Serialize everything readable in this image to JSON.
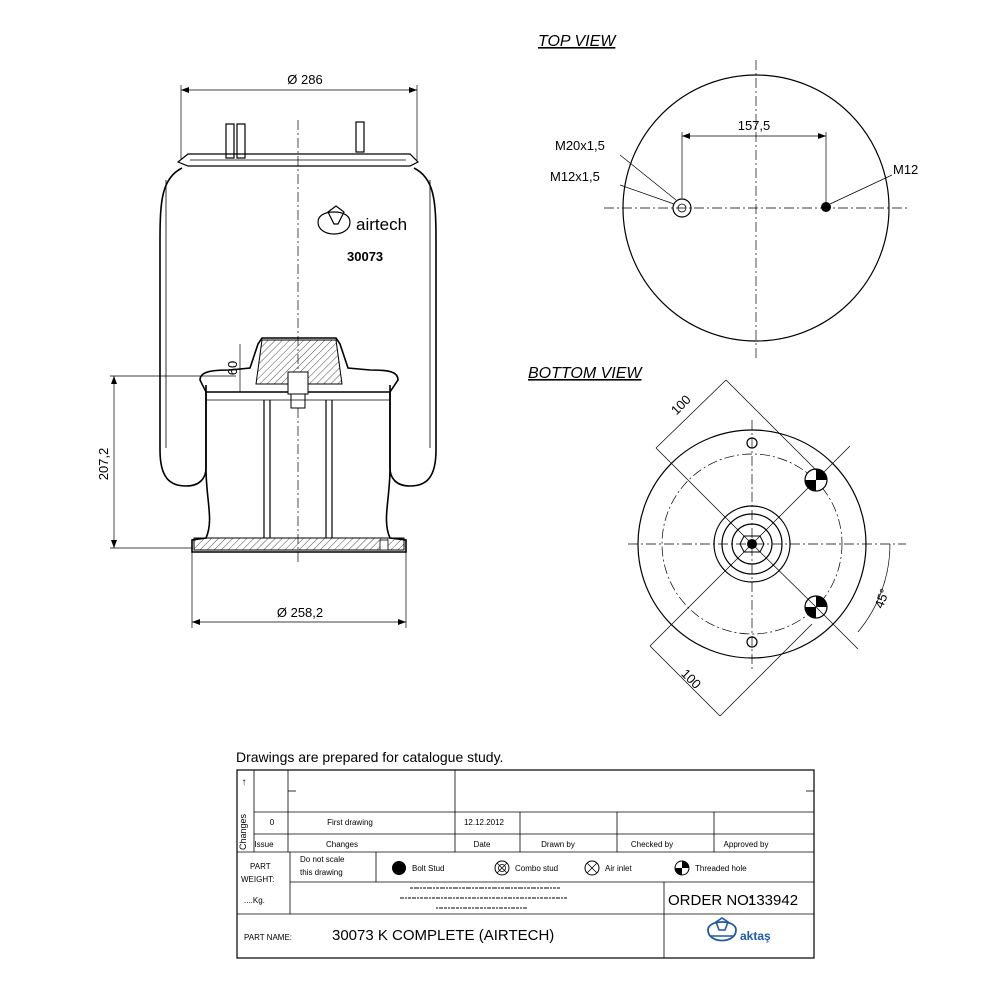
{
  "side_view": {
    "logo_text": "airtech",
    "part_code": "30073",
    "dim_top_diameter": "Ø 286",
    "dim_bottom_diameter": "Ø 258,2",
    "dim_height": "207,2",
    "dim_piston": "60"
  },
  "top_view": {
    "title": "TOP VIEW",
    "dim_spacing": "157,5",
    "label_m20": "M20x1,5",
    "label_m12x": "M12x1,5",
    "label_m12": "M12"
  },
  "bottom_view": {
    "title": "BOTTOM VIEW",
    "dim_100_top": "100",
    "dim_100_bottom": "100",
    "dim_angle": "45°"
  },
  "title_block": {
    "heading": "Drawings are  prepared for  catalogue study.",
    "arrow": "↑",
    "changes_vertical": "Changes",
    "issue_value": "0",
    "first_drawing": "First drawing",
    "date_value": "12.12.2012",
    "col_issue": "Issue",
    "col_changes": "Changes",
    "col_date": "Date",
    "col_drawn_by": "Drawn by",
    "col_checked_by": "Checked by",
    "col_approved_by": "Approved by",
    "part_weight_1": "PART",
    "part_weight_2": "WEIGHT:",
    "weight_value": "....Kg.",
    "no_scale_1": "Do not scale",
    "no_scale_2": "this drawing",
    "legend_bolt": "Bolt Stud",
    "legend_combo": "Combo stud",
    "legend_air": "Air inlet",
    "legend_thread": "Threaded hole",
    "order_label": "ORDER NO:",
    "order_value": "133942",
    "part_name_label": "PART NAME:",
    "part_name_value": "30073 K COMPLETE (AIRTECH)",
    "company": "aktaş"
  }
}
